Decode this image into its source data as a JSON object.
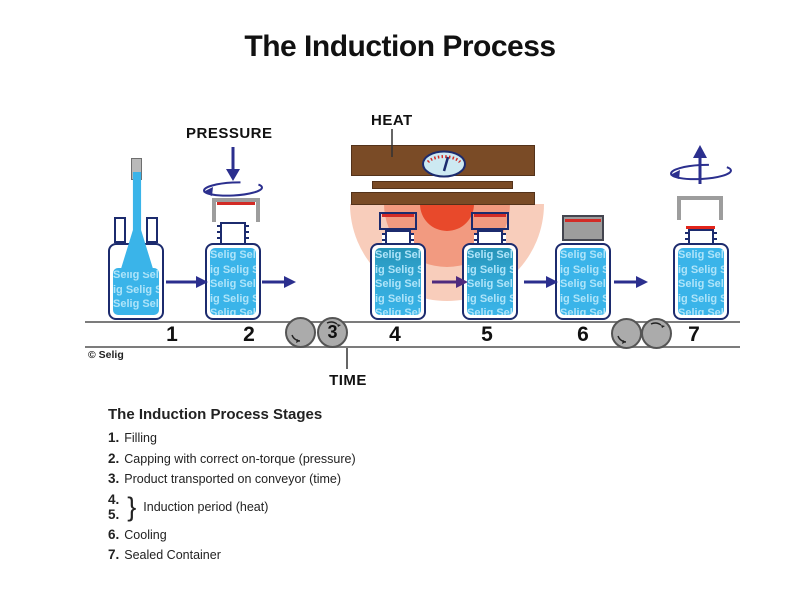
{
  "title": "The Induction Process",
  "copyright": "© Selig",
  "labels": {
    "pressure": "PRESSURE",
    "heat": "HEAT",
    "time": "TIME"
  },
  "stages": [
    {
      "number": "1"
    },
    {
      "number": "2"
    },
    {
      "number": "3"
    },
    {
      "number": "4"
    },
    {
      "number": "5"
    },
    {
      "number": "6"
    },
    {
      "number": "7"
    }
  ],
  "bottle_text_lines": [
    "Selig Seli",
    "ig Selig S",
    "Selig Seli",
    "ig Selig S",
    "Selig Seli"
  ],
  "legend": {
    "title": "The Induction Process Stages",
    "items": [
      {
        "num": "1.",
        "text": "Filling"
      },
      {
        "num": "2.",
        "text": "Capping with correct on-torque (pressure)"
      },
      {
        "num": "3.",
        "text": "Product transported on conveyor (time)"
      },
      {
        "num": "6.",
        "text": "Cooling"
      },
      {
        "num": "7.",
        "text": "Sealed Container"
      }
    ],
    "induction_group": {
      "num_top": "4.",
      "num_bottom": "5.",
      "brace": "}",
      "text": "Induction period (heat)"
    }
  },
  "colors": {
    "liquid_blue": "#3ab4e9",
    "heated_liquid": "#2794b8",
    "outline_navy": "#1c2b6e",
    "arrow_navy": "#2b2f8e",
    "arrow_purple": "#4e2a7e",
    "heat_red": "#e8492b",
    "heat_mid": "#f29a80",
    "heat_light": "#f8cdbb",
    "induction_brown": "#7a4b26",
    "cap_gray": "#9d9d9d",
    "seal_red": "#d22b26",
    "roller_gray": "#ababab"
  }
}
